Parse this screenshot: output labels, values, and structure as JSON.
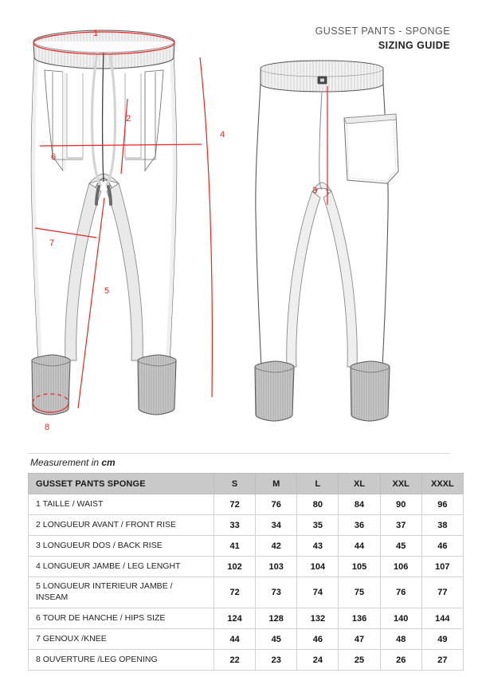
{
  "header": {
    "title": "GUSSET PANTS - SPONGE",
    "subtitle": "SIZING GUIDE"
  },
  "illustration": {
    "front_view_name": "pants-front-view",
    "back_view_name": "pants-back-view",
    "callouts": [
      {
        "id": "1",
        "label": "1",
        "view": "front",
        "measure": "waist"
      },
      {
        "id": "2",
        "label": "2",
        "view": "front",
        "measure": "front-rise"
      },
      {
        "id": "3",
        "label": "3",
        "view": "back",
        "measure": "back-rise"
      },
      {
        "id": "4",
        "label": "4",
        "view": "front",
        "measure": "leg-length"
      },
      {
        "id": "5",
        "label": "5",
        "view": "front",
        "measure": "inseam"
      },
      {
        "id": "6",
        "label": "6",
        "view": "front",
        "measure": "hips-size"
      },
      {
        "id": "7",
        "label": "7",
        "view": "front",
        "measure": "knee"
      },
      {
        "id": "8",
        "label": "8",
        "view": "front",
        "measure": "leg-opening"
      }
    ],
    "accent_color": "#ee2222",
    "garment_line_color": "#58595b",
    "garment_fill_color": "#ffffff",
    "garment_shade_color": "#e8e8e8",
    "cuff_fill_color": "#c9c9c9"
  },
  "measurement_note": {
    "prefix": "Measurement in ",
    "unit": "cm"
  },
  "table": {
    "columns": [
      "GUSSET PANTS SPONGE",
      "S",
      "M",
      "L",
      "XL",
      "XXL",
      "XXXL"
    ],
    "rows": [
      {
        "label": "1 TAILLE / WAIST",
        "label_line2": "",
        "values": [
          "72",
          "76",
          "80",
          "84",
          "90",
          "96"
        ]
      },
      {
        "label": "2 LONGUEUR AVANT / FRONT RISE",
        "label_line2": "",
        "values": [
          "33",
          "34",
          "35",
          "36",
          "37",
          "38"
        ]
      },
      {
        "label": "3 LONGUEUR DOS / BACK RISE",
        "label_line2": "",
        "values": [
          "41",
          "42",
          "43",
          "44",
          "45",
          "46"
        ]
      },
      {
        "label": "4 LONGUEUR JAMBE / LEG LENGHT",
        "label_line2": "",
        "values": [
          "102",
          "103",
          "104",
          "105",
          "106",
          "107"
        ]
      },
      {
        "label": "5 LONGUEUR INTERIEUR JAMBE /",
        "label_line2": "INSEAM",
        "values": [
          "72",
          "73",
          "74",
          "75",
          "76",
          "77"
        ]
      },
      {
        "label": "6 TOUR DE HANCHE / HIPS SIZE",
        "label_line2": "",
        "values": [
          "124",
          "128",
          "132",
          "136",
          "140",
          "144"
        ]
      },
      {
        "label": "7 GENOUX /KNEE",
        "label_line2": "",
        "values": [
          "44",
          "45",
          "46",
          "47",
          "48",
          "49"
        ]
      },
      {
        "label": "8 OUVERTURE /LEG OPENING",
        "label_line2": "",
        "values": [
          "22",
          "23",
          "24",
          "25",
          "26",
          "27"
        ]
      }
    ]
  },
  "chart_data": {
    "type": "table",
    "title": "GUSSET PANTS SPONGE - SIZING GUIDE",
    "unit": "cm",
    "categories": [
      "S",
      "M",
      "L",
      "XL",
      "XXL",
      "XXXL"
    ],
    "series": [
      {
        "name": "1 TAILLE / WAIST",
        "values": [
          72,
          76,
          80,
          84,
          90,
          96
        ]
      },
      {
        "name": "2 LONGUEUR AVANT / FRONT RISE",
        "values": [
          33,
          34,
          35,
          36,
          37,
          38
        ]
      },
      {
        "name": "3 LONGUEUR DOS / BACK RISE",
        "values": [
          41,
          42,
          43,
          44,
          45,
          46
        ]
      },
      {
        "name": "4 LONGUEUR JAMBE / LEG LENGHT",
        "values": [
          102,
          103,
          104,
          105,
          106,
          107
        ]
      },
      {
        "name": "5 LONGUEUR INTERIEUR JAMBE / INSEAM",
        "values": [
          72,
          73,
          74,
          75,
          76,
          77
        ]
      },
      {
        "name": "6 TOUR DE HANCHE / HIPS SIZE",
        "values": [
          124,
          128,
          132,
          136,
          140,
          144
        ]
      },
      {
        "name": "7 GENOUX /KNEE",
        "values": [
          44,
          45,
          46,
          47,
          48,
          49
        ]
      },
      {
        "name": "8 OUVERTURE /LEG OPENING",
        "values": [
          22,
          23,
          24,
          25,
          26,
          27
        ]
      }
    ]
  }
}
